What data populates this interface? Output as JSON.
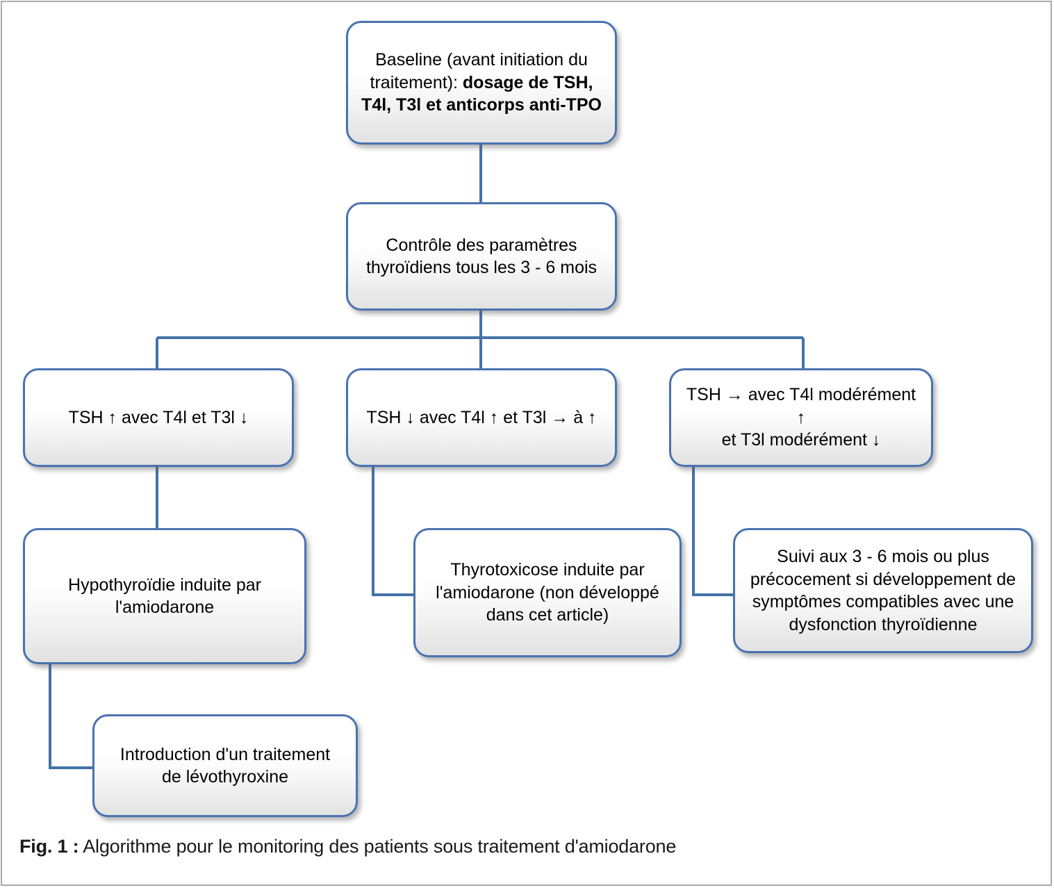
{
  "figure": {
    "caption_label": "Fig. 1 :",
    "caption_text": " Algorithme pour le monitoring des patients sous traitement d'amiodarone"
  },
  "colors": {
    "node_border": "#4a72b0",
    "connector": "#4472a8",
    "page_frame": "#a9a9a9",
    "node_fill_top": "#ffffff",
    "node_fill_bottom": "#e2e2e2",
    "text": "#000000"
  },
  "nodes": {
    "baseline": {
      "regular": "Baseline (avant initiation du traitement): ",
      "bold": "dosage de TSH, T4l, T3l et anticorps anti-TPO"
    },
    "controle": {
      "text": "Contrôle des paramètres\nthyroïdiens tous les 3 - 6 mois"
    },
    "branch_high_tsh": {
      "text": "TSH ↑ avec T4l et T3l ↓"
    },
    "branch_low_tsh": {
      "text": "TSH ↓ avec T4l ↑ et T3l → à ↑"
    },
    "branch_normal_tsh": {
      "text": "TSH → avec T4l modérément ↑\net T3l modérément ↓"
    },
    "hypothyroidie": {
      "text": "Hypothyroïdie induite par\nl'amiodarone"
    },
    "thyrotoxicose": {
      "text": "Thyrotoxicose induite par\nl'amiodarone (non développé\ndans cet article)"
    },
    "suivi": {
      "text": "Suivi aux 3 - 6 mois ou plus\nprécocement si développement de\nsymptômes compatibles avec une\ndysfonction thyroïdienne"
    },
    "levothyroxine": {
      "text": "Introduction d'un traitement\nde lévothyroxine"
    }
  },
  "chart_data": {
    "type": "flowchart",
    "title": "Algorithme pour le monitoring des patients sous traitement d'amiodarone",
    "nodes": [
      {
        "id": "baseline",
        "label": "Baseline (avant initiation du traitement): dosage de TSH, T4l, T3l et anticorps anti-TPO",
        "level": 0
      },
      {
        "id": "controle",
        "label": "Contrôle des paramètres thyroïdiens tous les 3 - 6 mois",
        "level": 1
      },
      {
        "id": "branch_high_tsh",
        "label": "TSH ↑ avec T4l et T3l ↓",
        "level": 2
      },
      {
        "id": "branch_low_tsh",
        "label": "TSH ↓ avec T4l ↑ et T3l → à ↑",
        "level": 2
      },
      {
        "id": "branch_normal_tsh",
        "label": "TSH → avec T4l modérément ↑ et T3l modérément ↓",
        "level": 2
      },
      {
        "id": "hypothyroidie",
        "label": "Hypothyroïdie induite par l'amiodarone",
        "level": 3
      },
      {
        "id": "thyrotoxicose",
        "label": "Thyrotoxicose induite par l'amiodarone (non développé dans cet article)",
        "level": 3
      },
      {
        "id": "suivi",
        "label": "Suivi aux 3 - 6 mois ou plus précocement si développement de symptômes compatibles avec une dysfonction thyroïdienne",
        "level": 3
      },
      {
        "id": "levothyroxine",
        "label": "Introduction d'un traitement de lévothyroxine",
        "level": 4
      }
    ],
    "edges": [
      {
        "from": "baseline",
        "to": "controle"
      },
      {
        "from": "controle",
        "to": "branch_high_tsh"
      },
      {
        "from": "controle",
        "to": "branch_low_tsh"
      },
      {
        "from": "controle",
        "to": "branch_normal_tsh"
      },
      {
        "from": "branch_high_tsh",
        "to": "hypothyroidie"
      },
      {
        "from": "branch_low_tsh",
        "to": "thyrotoxicose"
      },
      {
        "from": "branch_normal_tsh",
        "to": "suivi"
      },
      {
        "from": "hypothyroidie",
        "to": "levothyroxine"
      }
    ]
  }
}
